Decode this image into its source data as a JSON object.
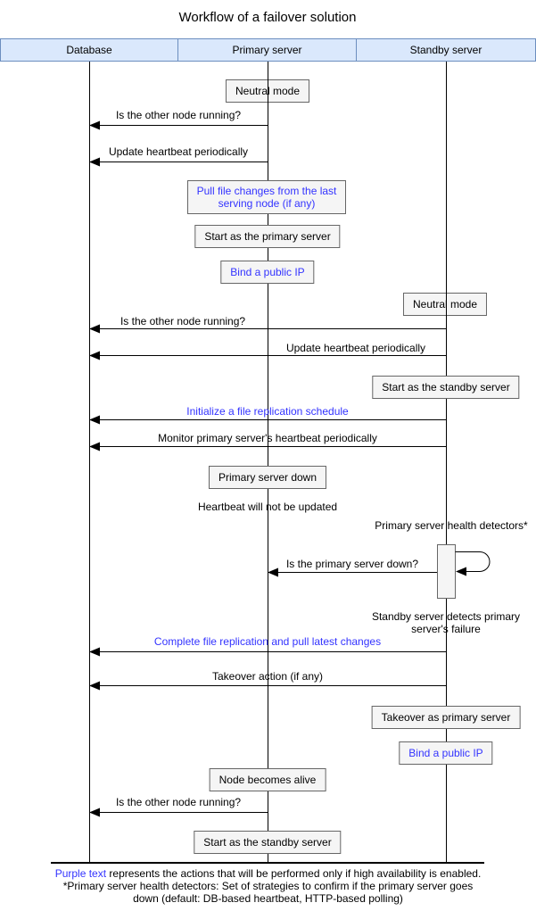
{
  "title": "Workflow of a failover solution",
  "lanes": [
    {
      "label": "Database"
    },
    {
      "label": "Primary server"
    },
    {
      "label": "Standby server"
    }
  ],
  "boxes": [
    {
      "lane": "Primary server",
      "label": "Neutral mode"
    },
    {
      "lane": "Primary server",
      "ha": true,
      "lines": [
        "Pull file changes from the last",
        "serving node (if any)"
      ]
    },
    {
      "lane": "Primary server",
      "label": "Start as the primary server"
    },
    {
      "lane": "Primary server",
      "ha": true,
      "label": "Bind a public IP"
    },
    {
      "lane": "Standby server",
      "label": "Neutral mode"
    },
    {
      "lane": "Standby server",
      "label": "Start as the standby server"
    },
    {
      "lane": "Primary server",
      "label": "Primary server down"
    },
    {
      "lane": "Standby server",
      "label": "Takeover as primary server"
    },
    {
      "lane": "Standby server",
      "ha": true,
      "label": "Bind a public IP"
    },
    {
      "lane": "Primary server",
      "label": "Node becomes alive"
    },
    {
      "lane": "Primary server",
      "label": "Start as the standby server"
    }
  ],
  "messages": [
    {
      "from": "Primary server",
      "to": "Database",
      "label": "Is the other node running?"
    },
    {
      "from": "Primary server",
      "to": "Database",
      "label": "Update heartbeat periodically"
    },
    {
      "from": "Standby server",
      "to": "Database",
      "label": "Is the other node running?"
    },
    {
      "from": "Standby server",
      "to": "Database",
      "label": "Update heartbeat periodically"
    },
    {
      "from": "Standby server",
      "to": "Database",
      "ha": true,
      "label": "Initialize a file replication schedule"
    },
    {
      "from": "Standby server",
      "to": "Database",
      "label": "Monitor primary server's heartbeat periodically"
    },
    {
      "from": "Standby server",
      "to": "Primary server",
      "label": "Is the primary server down?"
    },
    {
      "from": "Standby server",
      "to": "Database",
      "ha": true,
      "label": "Complete file replication and pull latest changes"
    },
    {
      "from": "Standby server",
      "to": "Database",
      "label": "Takeover action (if any)"
    },
    {
      "from": "Primary server",
      "to": "Database",
      "label": "Is the other node running?"
    }
  ],
  "notes": [
    {
      "text": "Heartbeat will not be updated"
    },
    {
      "text": "Primary server health detectors*"
    },
    {
      "lines": [
        "Standby server detects primary",
        "server's failure"
      ]
    }
  ],
  "footer": {
    "highlight": "Purple text",
    "line1_rest": " represents the actions that will be performed only if high availability is enabled.",
    "line2": "*Primary server health detectors: Set of strategies to confirm if the primary server goes",
    "line3": "down (default: DB-based heartbeat, HTTP-based polling)"
  },
  "colors": {
    "header_fill": "#dae8fc",
    "header_border": "#6c8ebf",
    "box_fill": "#f5f5f5",
    "box_border": "#666666",
    "ha_text": "#3333ff",
    "line": "#000000"
  }
}
